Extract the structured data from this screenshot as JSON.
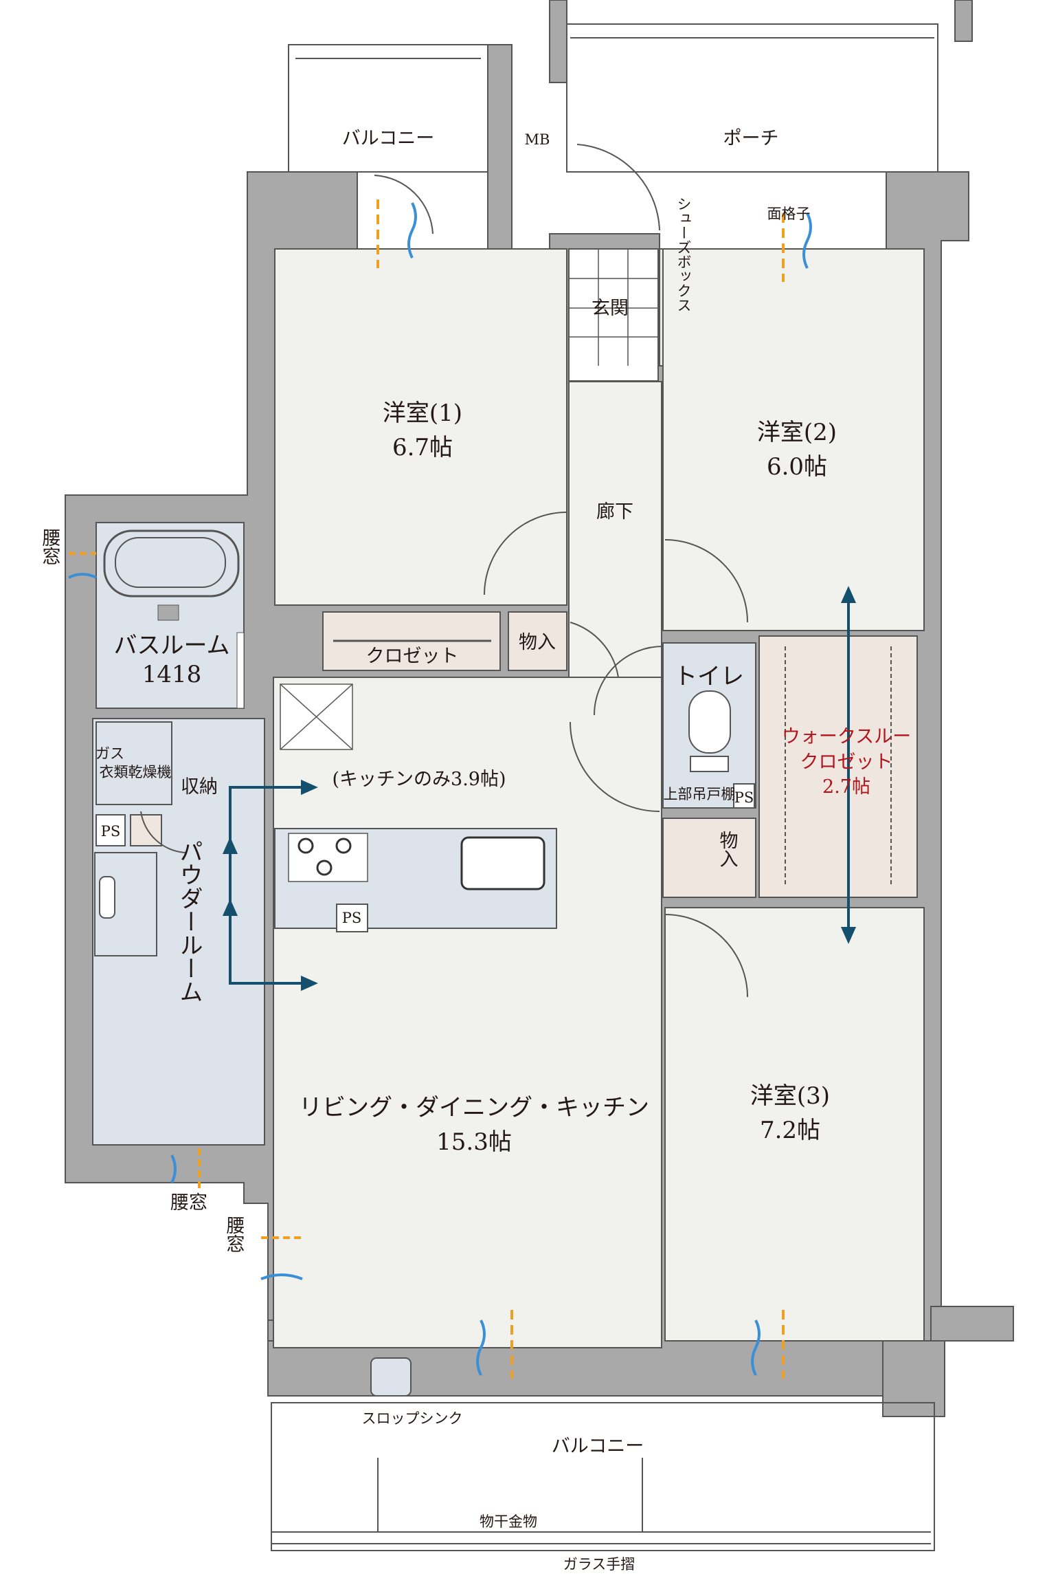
{
  "rooms": {
    "balcony_top": "バルコニー",
    "mb": "MB",
    "porch": "ポーチ",
    "lattice": "面格子",
    "entrance": "玄関",
    "shoe_box": "シューズボックス",
    "western1_name": "洋室(1)",
    "western1_size": "6.7帖",
    "western2_name": "洋室(2)",
    "western2_size": "6.0帖",
    "corridor": "廊下",
    "closet": "クロゼット",
    "storage": "物入",
    "bathroom_name": "バスルーム",
    "bathroom_size": "1418",
    "toilet": "トイレ",
    "upper_shelf": "上部吊戸棚",
    "ps": "PS",
    "walk_through_line1": "ウォークスルー",
    "walk_through_line2": "クロゼット",
    "walk_through_size": "2.7帖",
    "gas_dryer_line1": "ガス",
    "gas_dryer_line2": "衣類乾燥機",
    "shuno": "収納",
    "kitchen_only": "(キッチンのみ3.9帖)",
    "powder_room": "パウダールーム",
    "ldk_name": "リビング・ダイニング・キッチン",
    "ldk_size": "15.3帖",
    "western3_name": "洋室(3)",
    "western3_size": "7.2帖",
    "waist_window": "腰窓",
    "slop_sink": "スロップシンク",
    "balcony_bottom": "バルコニー",
    "clothes_hanger": "物干金物",
    "glass_rail": "ガラス手摺"
  },
  "colors": {
    "wall": "#a9a9a9",
    "room": "#f1f1ed",
    "wet": "#dde3ea",
    "closet": "#efe6df",
    "counter": "#dde3ea",
    "airflow_blue": "#3b8fd6",
    "sun_orange": "#f0a020",
    "arrow": "#14506e",
    "accent_red": "#b3141b"
  }
}
